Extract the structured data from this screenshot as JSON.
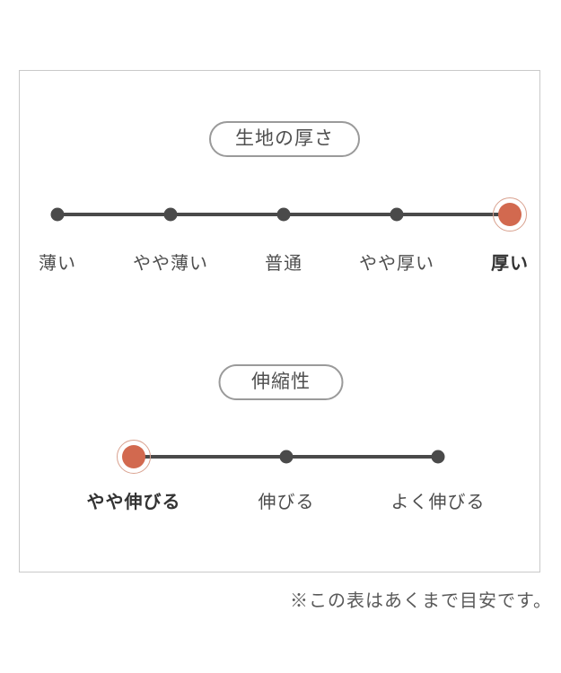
{
  "colors": {
    "accent": "#d2694f",
    "accent_ring": "#d9a18f",
    "dot_and_line": "#4a4a4a",
    "panel_border": "#c9c9c9"
  },
  "scales": [
    {
      "title": "生地の厚さ",
      "selected_index": 4,
      "options": [
        {
          "label": "薄い",
          "selected": false
        },
        {
          "label": "やや薄い",
          "selected": false
        },
        {
          "label": "普通",
          "selected": false
        },
        {
          "label": "やや厚い",
          "selected": false
        },
        {
          "label": "厚い",
          "selected": true
        }
      ]
    },
    {
      "title": "伸縮性",
      "selected_index": 0,
      "options": [
        {
          "label": "やや伸びる",
          "selected": true
        },
        {
          "label": "伸びる",
          "selected": false
        },
        {
          "label": "よく伸びる",
          "selected": false
        }
      ]
    }
  ],
  "footnote": "※この表はあくまで目安です。"
}
